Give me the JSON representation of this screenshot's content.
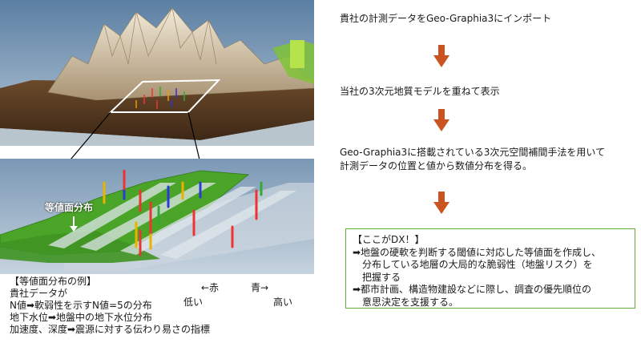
{
  "upper_image": {
    "description_icon": "terrain-3d-icon"
  },
  "lower_image": {
    "label": "等値面分布"
  },
  "legend": {
    "header": "【等値面分布の例】",
    "lines": [
      "貴社データが",
      "N値➡軟弱性を示すN値=5の分布",
      "地下水位➡地盤中の地下水位分布",
      "加速度、深度➡震源に対する伝わり易さの指標"
    ],
    "red_arrow": "←赤",
    "low": "低い",
    "blue_arrow": "青→",
    "high": "高い"
  },
  "steps": [
    "貴社の計測データをGeo-Graphia3にインポート",
    "当社の3次元地質モデルを重ねて表示",
    "Geo-Graphia3に搭載されている3次元空間補間手法を用いて",
    "計測データの位置と値から数値分布を得る。"
  ],
  "dx_box": {
    "title": "【ここがDX！】",
    "line1": "➡地盤の硬軟を判断する閾値に対応した等値面を作成し、",
    "line2": "分布している地層の大局的な脆弱性（地盤リスク）を",
    "line3": "把握する",
    "line4": "➡都市計画、構造物建設などに際し、調査の優先順位の",
    "line5": "意思決定を支援する。"
  },
  "colors": {
    "arrow": "#c9541f",
    "box_border": "#5fae3b"
  }
}
